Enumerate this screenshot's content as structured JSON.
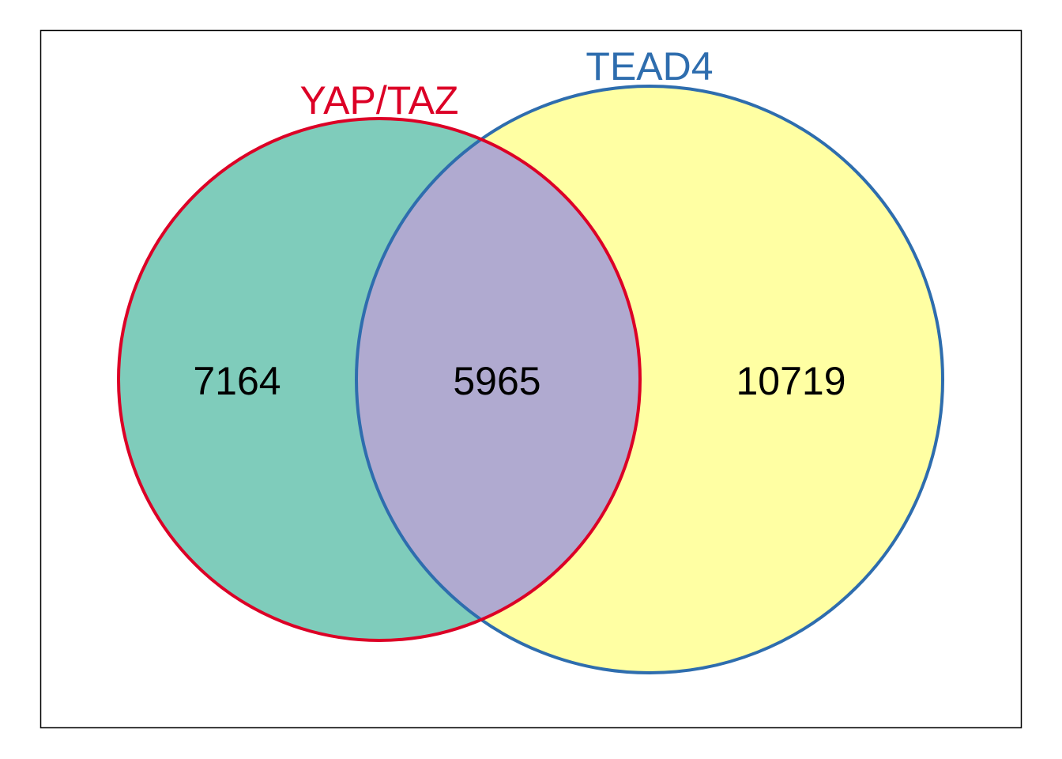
{
  "diagram": {
    "type": "venn",
    "sets": [
      {
        "label": "YAP/TAZ",
        "only_count": "7164",
        "fill": "#7FCCBB",
        "stroke": "#DC0026"
      },
      {
        "label": "TEAD4",
        "only_count": "10719",
        "fill": "#FFFFA3",
        "stroke": "#2E6DAE"
      }
    ],
    "intersection": {
      "count": "5965",
      "fill": "#B0AAD0"
    }
  }
}
